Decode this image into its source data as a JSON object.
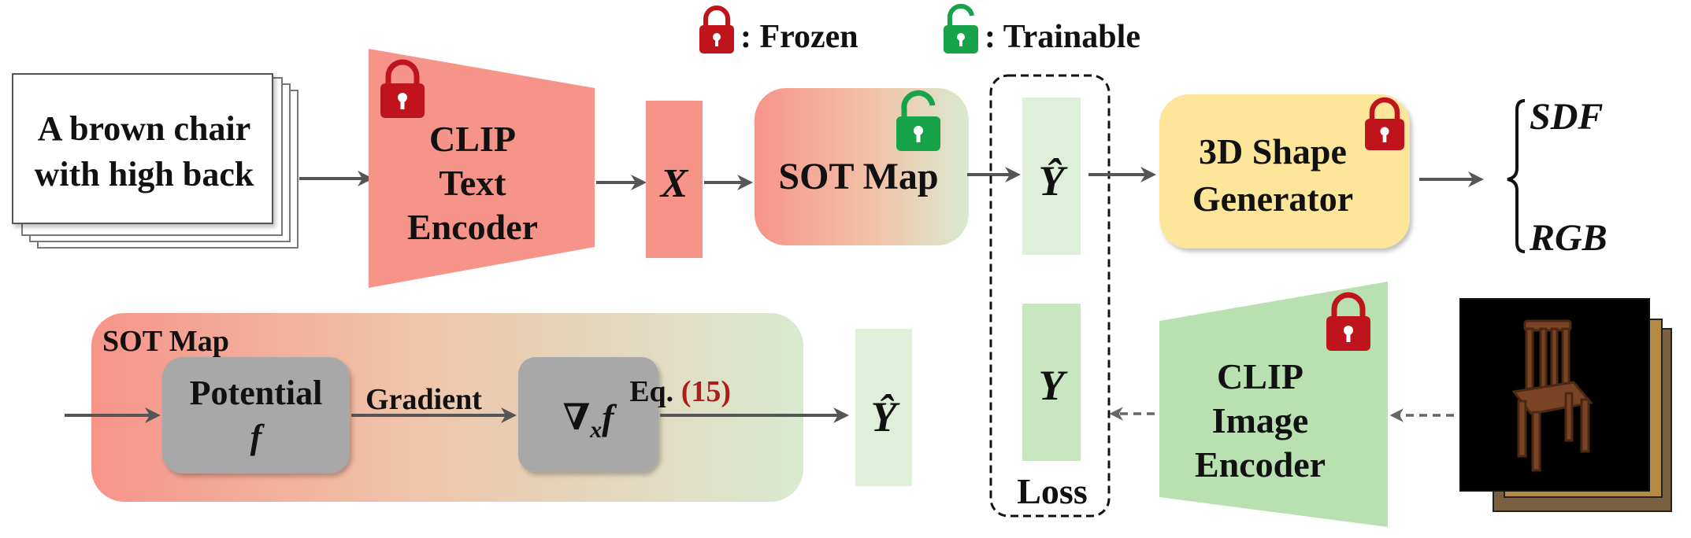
{
  "legend": {
    "frozen_label": ": Frozen",
    "trainable_label": ": Trainable",
    "frozen_color": "#c0141c",
    "trainable_color": "#16a34a"
  },
  "prompt": {
    "line1": "A brown chair",
    "line2": "with high back"
  },
  "text_encoder": {
    "line1": "CLIP",
    "line2": "Text",
    "line3": "Encoder"
  },
  "x_label": "X",
  "sot_map": {
    "line1": "SOT Map"
  },
  "y_hat": "Ŷ",
  "y": "Y",
  "loss_label": "Loss",
  "generator": {
    "line1": "3D Shape",
    "line2": "Generator"
  },
  "outputs": {
    "sdf": "SDF",
    "rgb": "RGB"
  },
  "image_encoder": {
    "line1": "CLIP",
    "line2": "Image",
    "line3": "Encoder"
  },
  "sot_detail": {
    "title": "SOT Map",
    "potential_line1": "Potential",
    "potential_line2": "f",
    "gradient_label": "Gradient",
    "grad_f": "∇",
    "grad_sub": "x",
    "grad_tail": "f",
    "eq_label": "Eq.",
    "eq_number": "(15)",
    "eq_color": "#b01c1c",
    "y_hat": "Ŷ"
  },
  "colors": {
    "encoder_red": "#f7948a",
    "encoder_green": "#b9e0b1",
    "yellow": "#fde59a",
    "gray": "#a8a8a8",
    "pale_green": "#dff0da",
    "mid_green": "#c8e6bf"
  }
}
